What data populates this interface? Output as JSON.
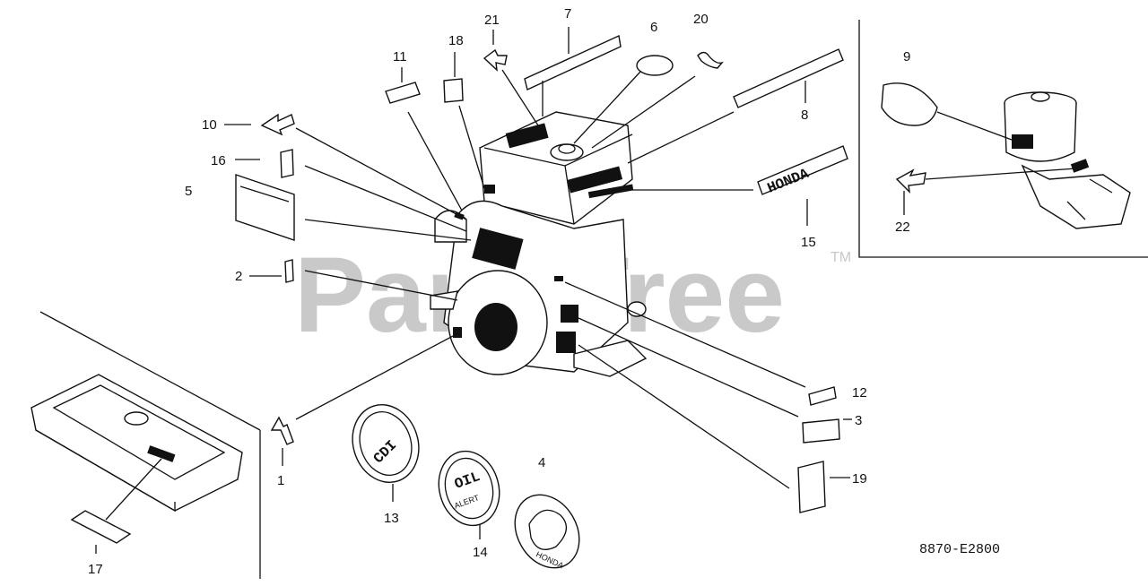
{
  "watermark": {
    "text": "PartsTree",
    "trademark": "TM"
  },
  "figure_ref": "8870-E2800",
  "callouts": [
    "1",
    "2",
    "3",
    "4",
    "5",
    "6",
    "7",
    "8",
    "9",
    "10",
    "11",
    "12",
    "13",
    "14",
    "15",
    "16",
    "17",
    "18",
    "19",
    "20",
    "21",
    "22"
  ],
  "emblems": {
    "cdi": "CDI",
    "oil_alert_1": "OIL",
    "oil_alert_2": "ALERT",
    "honda_logo_text": "HONDA",
    "honda_side_label": "HONDA"
  },
  "colors": {
    "ink": "#111111",
    "watermark": "#c9c9c9",
    "background": "#ffffff"
  }
}
